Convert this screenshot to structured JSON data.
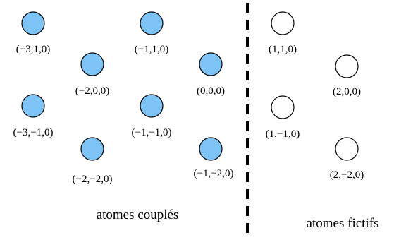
{
  "captions": {
    "coupled": "atomes couplés",
    "fictive": "atomes fictifs"
  },
  "colors": {
    "coupled_fill": "#7ec3f5",
    "fictive_fill": "#ffffff",
    "outline": "#000000"
  },
  "coupled_atoms": [
    {
      "label": "(−3,1,0)"
    },
    {
      "label": "(−1,1,0)"
    },
    {
      "label": "(−2,0,0)"
    },
    {
      "label": "(0,0,0)"
    },
    {
      "label": "(−3,−1,0)"
    },
    {
      "label": "(−1,−1,0)"
    },
    {
      "label": "(−2,−2,0)"
    },
    {
      "label": "(−1,−2,0)"
    }
  ],
  "fictive_atoms": [
    {
      "label": "(1,1,0)"
    },
    {
      "label": "(2,0,0)"
    },
    {
      "label": "(1,−1,0)"
    },
    {
      "label": "(2,−2,0)"
    }
  ]
}
